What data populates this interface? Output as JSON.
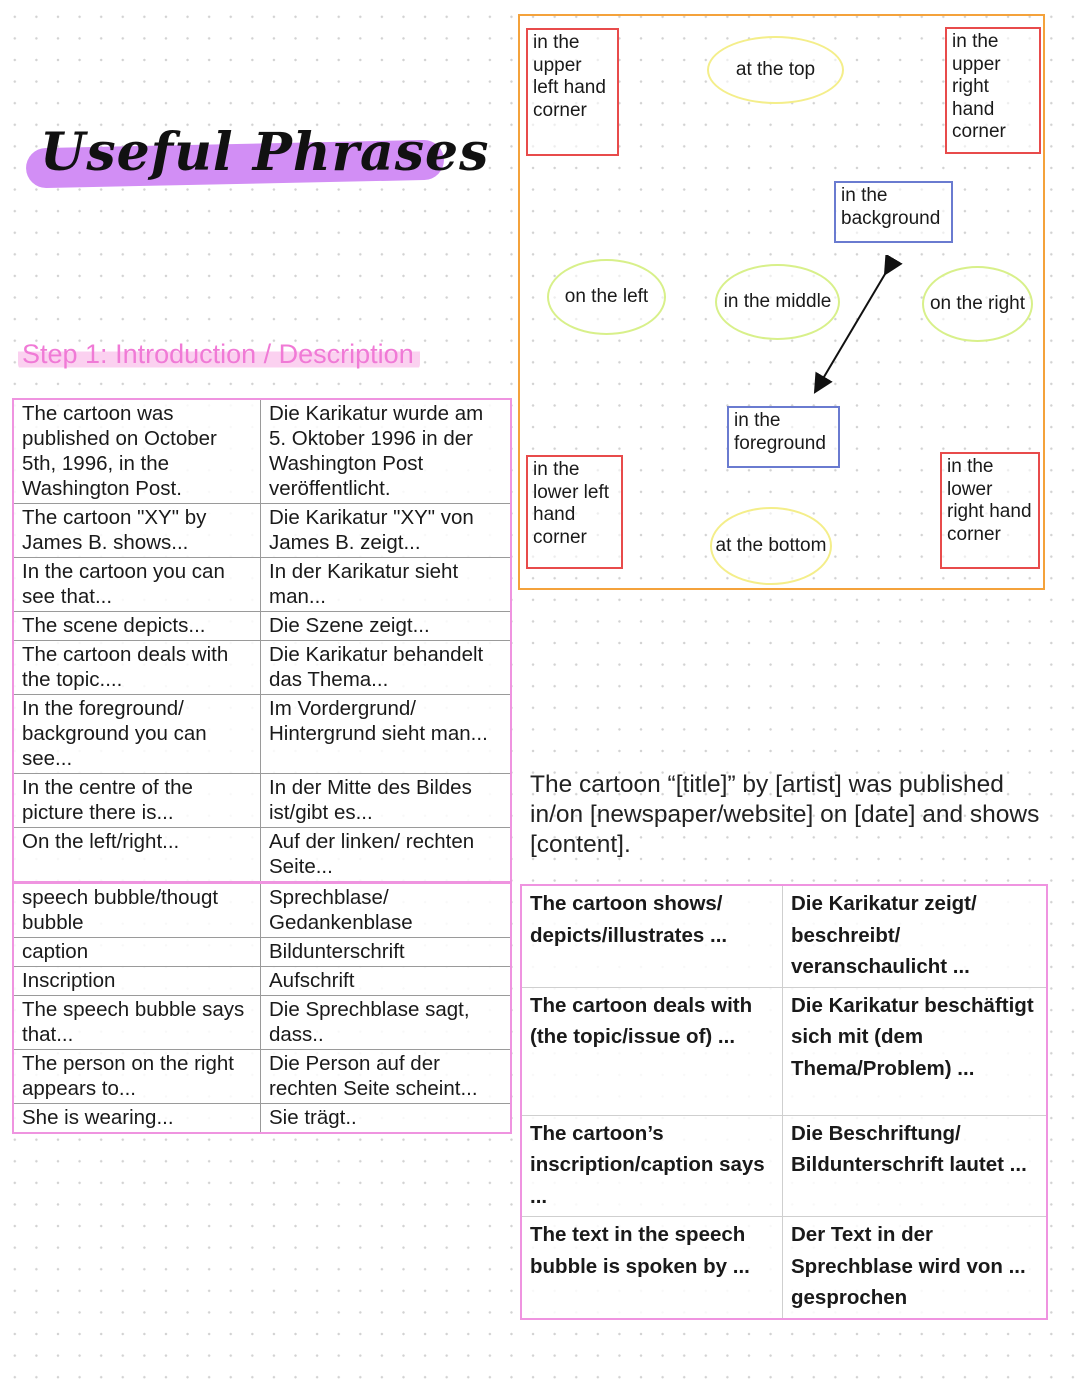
{
  "title": "Useful Phrases",
  "step_heading": "Step 1: Introduction / Description",
  "phrases_table": [
    {
      "en": "The cartoon was published on October 5th, 1996, in the Washington Post.",
      "de": "Die Karikatur wurde am 5. Oktober 1996 in der Washington Post veröffentlicht."
    },
    {
      "en": "The cartoon \"XY\" by James B. shows...",
      "de": "Die Karikatur \"XY\" von James B. zeigt..."
    },
    {
      "en": "In the cartoon you can see that...",
      "de": "In der Karikatur sieht man..."
    },
    {
      "en": "The scene depicts...",
      "de": "Die Szene zeigt..."
    },
    {
      "en": "The cartoon deals with the topic....",
      "de": "Die Karikatur behandelt das Thema..."
    },
    {
      "en": "In the foreground/ background you can see...",
      "de": "Im Vordergrund/ Hintergrund sieht man..."
    },
    {
      "en": "In the centre of the picture there is...",
      "de": "In der Mitte des Bildes ist/gibt es..."
    },
    {
      "en": "On the left/right...",
      "de": "Auf der linken/ rechten Seite..."
    },
    {
      "en": "speech bubble/thougt bubble",
      "de": "Sprechblase/ Gedankenblase"
    },
    {
      "en": "caption",
      "de": "Bildunterschrift"
    },
    {
      "en": "Inscription",
      "de": "Aufschrift"
    },
    {
      "en": "The speech bubble says that...",
      "de": "Die Sprechblase sagt, dass.."
    },
    {
      "en": "The person on the right appears to...",
      "de": "Die Person auf der rechten Seite scheint..."
    },
    {
      "en": "She is wearing...",
      "de": "Sie trägt.."
    }
  ],
  "positions": {
    "upper_left": "in the upper left hand corner",
    "top": "at the top",
    "upper_right": "in the upper right hand corner",
    "background": "in the background",
    "left": "on the left",
    "middle": "in the middle",
    "right": "on the right",
    "foreground": "in the foreground",
    "lower_left": "in the lower left hand corner",
    "bottom": "at the bottom",
    "lower_right": "in the lower right hand corner"
  },
  "summary_sentence": "The cartoon “[title]” by [artist] was published in/on [newspaper/website] on [date] and shows [content].",
  "bold_table": [
    {
      "en": "The cartoon shows/ depicts/illustrates ...",
      "de": "Die Karikatur zeigt/ beschreibt/ veranschaulicht ..."
    },
    {
      "en": "The cartoon deals with (the topic/issue of) ...",
      "de": "Die Karikatur beschäftigt sich mit (dem Thema/Problem) ..."
    },
    {
      "en": "The cartoon’s inscription/caption says ...",
      "de": "Die Beschriftung/ Bildunterschrift lautet ..."
    },
    {
      "en": "The text in the speech bubble is spoken by ...",
      "de": "Der Text in der Sprechblase wird von ... gesprochen"
    }
  ],
  "colors": {
    "accent_pink": "#ef94e0",
    "title_highlight": "#d28ef5",
    "position_box": "#f4a23b",
    "label_red": "#e84b4b",
    "label_blue": "#6a7bd0",
    "ellipse_yellow": "#f4ee8a"
  }
}
